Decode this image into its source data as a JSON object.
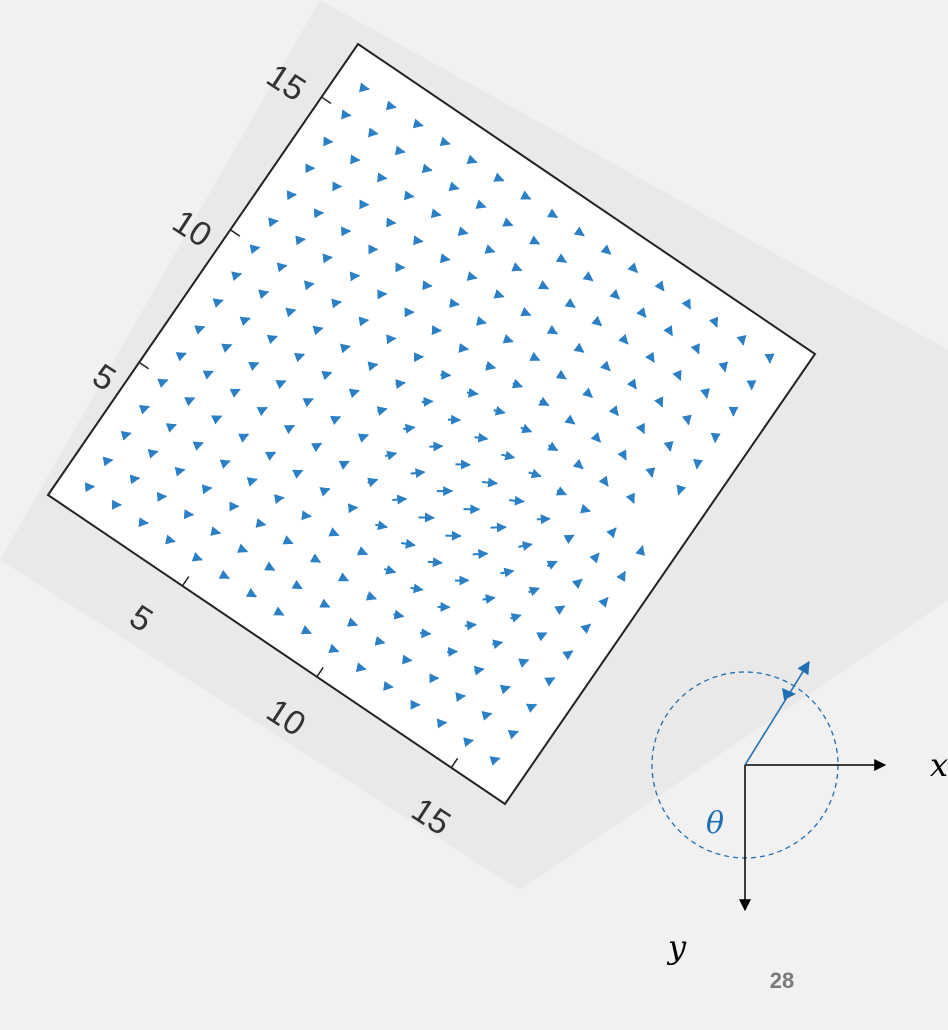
{
  "chart_data": {
    "type": "quiver",
    "grid": false,
    "xlim": [
      0,
      17
    ],
    "ylim": [
      0,
      17
    ],
    "x_ticks": [
      "5",
      "10",
      "15"
    ],
    "y_ticks": [
      "5",
      "10",
      "15"
    ],
    "rotation_deg": 33,
    "arrow_color": "#2a7fc5",
    "field": {
      "description_free": true,
      "source": [
        8.5,
        5.2
      ],
      "sink": [
        13.5,
        8.5
      ],
      "grid_range": [
        1,
        16
      ]
    }
  },
  "diagram": {
    "x_label": "x",
    "y_label": "y",
    "angle_label": "θ",
    "axis_color": "#000000",
    "vector_color": "#1f6fb5"
  },
  "page_number": "28"
}
